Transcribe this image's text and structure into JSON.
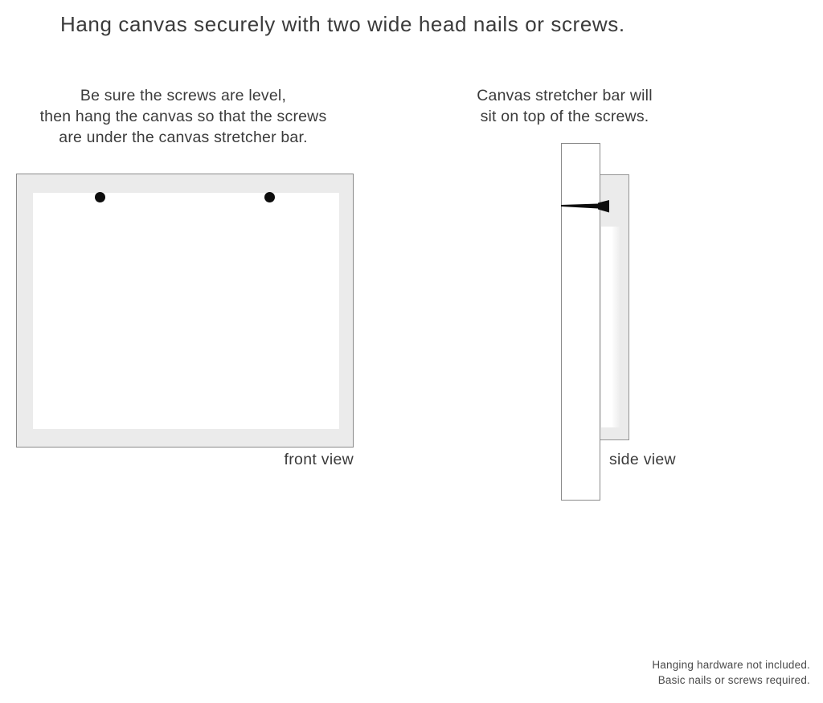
{
  "title": "Hang canvas securely with two wide head nails or screws.",
  "instructions": {
    "left": {
      "line1": "Be sure the screws are level,",
      "line2": "then hang the canvas so that the screws",
      "line3": "are under the canvas stretcher bar."
    },
    "right": {
      "line1": "Canvas stretcher bar will",
      "line2": "sit on top of the screws."
    }
  },
  "front_view": {
    "label": "front view",
    "nail_count": "2"
  },
  "side_view": {
    "label": "side view"
  },
  "footer": {
    "line1": "Hanging hardware not included.",
    "line2": "Basic nails or screws required."
  },
  "colors": {
    "background": "#ffffff",
    "canvas_fill": "#ebebeb",
    "outline": "#8a8a8a",
    "nail": "#0d0d0d",
    "text": "#3b3b3b"
  }
}
